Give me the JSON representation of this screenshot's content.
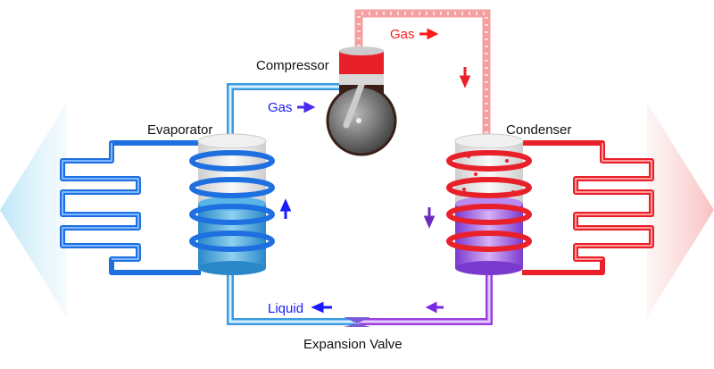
{
  "labels": {
    "compressor": "Compressor",
    "gas_hot": "Gas",
    "gas_cold": "Gas",
    "evaporator": "Evaporator",
    "condenser": "Condenser",
    "liquid": "Liquid",
    "expansion_valve": "Expansion Valve"
  },
  "colors": {
    "cold": "#1e6fe0",
    "hot": "#e8202a",
    "mixed": "#8a3fe0",
    "label_cold": "#1a1aff",
    "label_hot": "#ff1a1a"
  }
}
